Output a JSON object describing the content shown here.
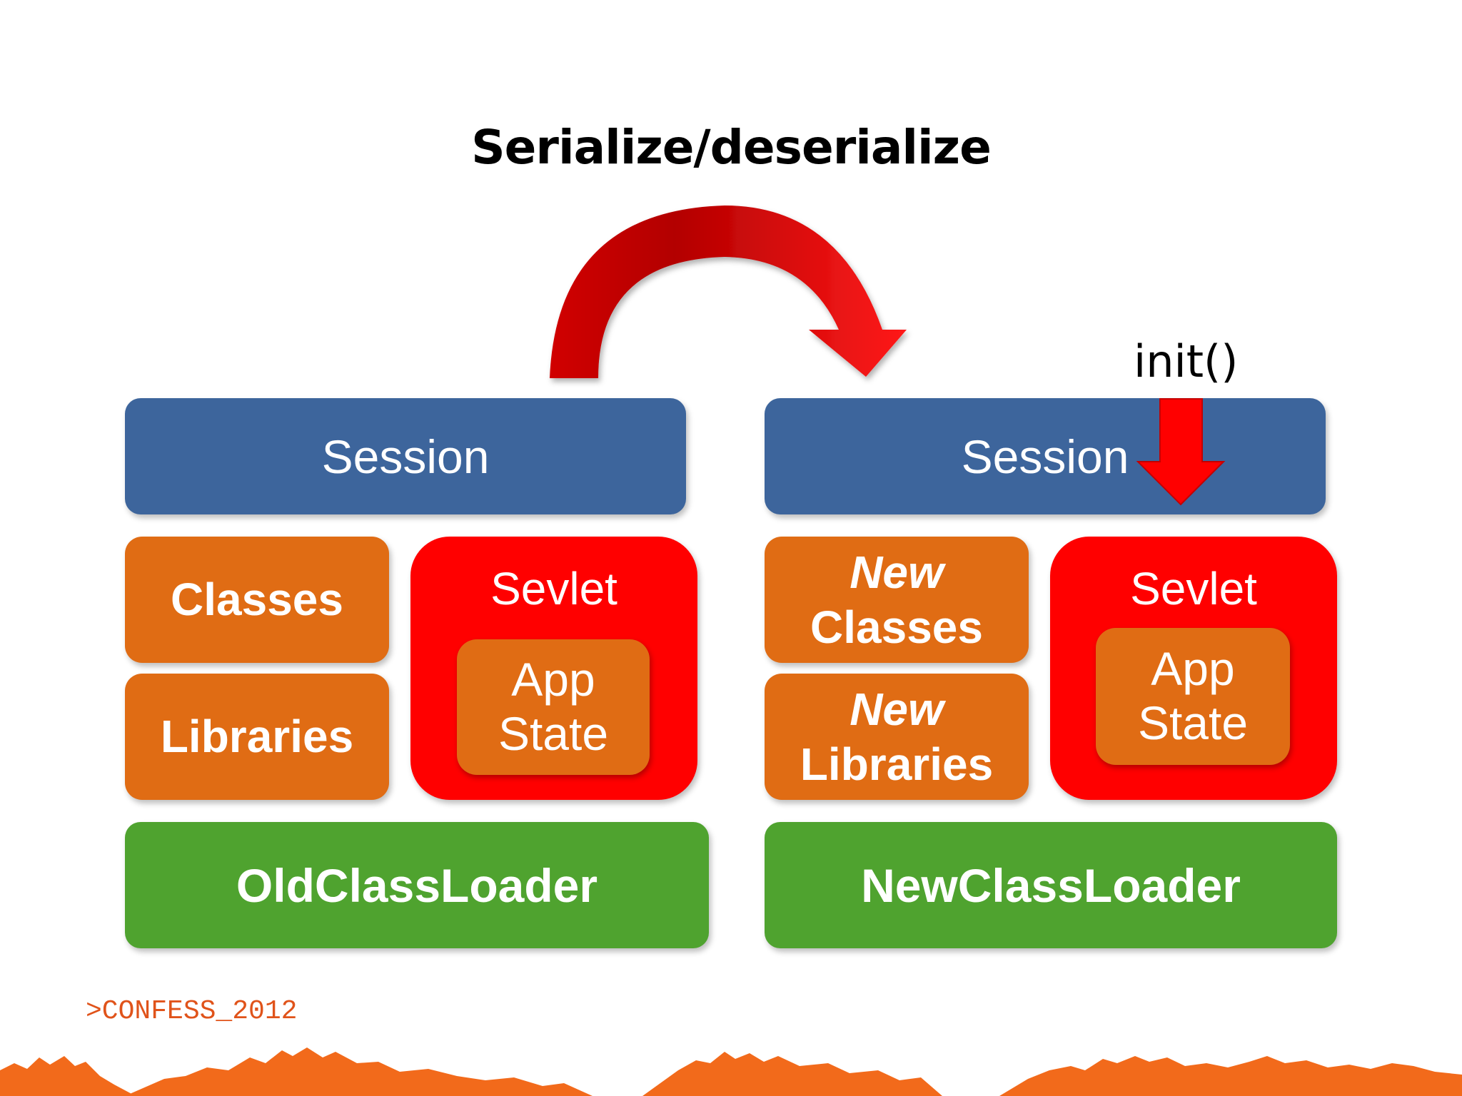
{
  "title": "Serialize/deserialize",
  "init_label": "init()",
  "left": {
    "session": "Session",
    "classes": "Classes",
    "libraries": "Libraries",
    "servlet": "Sevlet",
    "app_state_line1": "App",
    "app_state_line2": "State",
    "loader": "OldClassLoader"
  },
  "right": {
    "session": "Session",
    "classes_prefix": "New",
    "classes": "Classes",
    "libraries_prefix": "New",
    "libraries": "Libraries",
    "servlet": "Sevlet",
    "app_state_line1": "App",
    "app_state_line2": "State",
    "loader": "NewClassLoader"
  },
  "footer": ">CONFESS_2012",
  "colors": {
    "session": "#3d659c",
    "orange": "#e06c14",
    "servlet": "#ff0000",
    "loader": "#4fa32f",
    "arrow": "#e8000a",
    "mountains": "#f26a1b"
  }
}
